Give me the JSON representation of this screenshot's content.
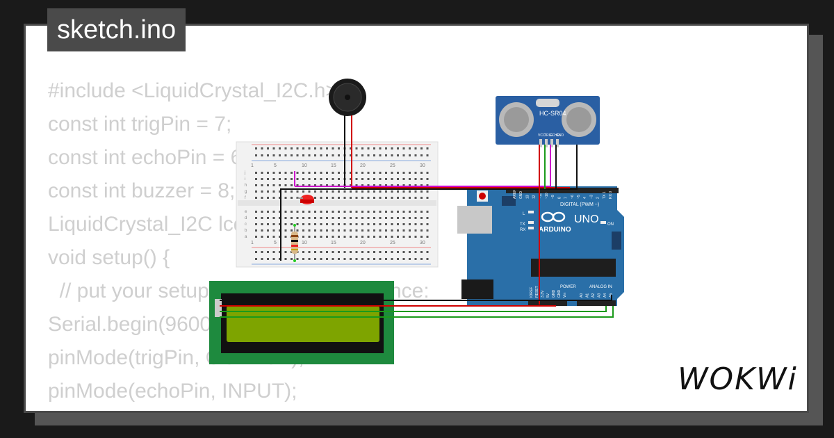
{
  "title": "sketch.ino",
  "code_lines": [
    "#include <LiquidCrystal_I2C.h>",
    "const int trigPin = 7;",
    "const int echoPin = 6;",
    "const int buzzer = 8;",
    "LiquidCrystal_I2C lcd(0x27,16,2);",
    "void setup() {",
    "  // put your setup code here, to run once:",
    "Serial.begin(9600);",
    "pinMode(trigPin, OUTPUT);",
    "pinMode(echoPin, INPUT);"
  ],
  "breadboard": {
    "column_labels": [
      "1",
      "5",
      "10",
      "15",
      "20",
      "25",
      "30"
    ],
    "row_labels_top": [
      "j",
      "i",
      "h",
      "g",
      "f"
    ],
    "row_labels_bottom": [
      "e",
      "d",
      "c",
      "b",
      "a"
    ]
  },
  "ultrasonic": {
    "label": "HC-SR04",
    "pins": [
      "VCC",
      "TRIG",
      "ECHO",
      "GND"
    ]
  },
  "arduino": {
    "brand": "ARDUINO",
    "model": "UNO",
    "header_digital": "DIGITAL (PWM ~)",
    "header_power": "POWER",
    "header_analog": "ANALOG IN",
    "led_labels": [
      "L",
      "TX",
      "RX",
      "ON"
    ],
    "digital_pins": [
      "AREF",
      "GND",
      "13",
      "12",
      "~11",
      "~10",
      "~9",
      "8",
      "7",
      "~6",
      "~5",
      "4",
      "~3",
      "2",
      "TX 1",
      "RX 0"
    ],
    "power_pins": [
      "IOREF",
      "RESET",
      "3.3V",
      "5V",
      "GND",
      "GND",
      "Vin"
    ],
    "analog_pins": [
      "A0",
      "A1",
      "A2",
      "A3",
      "A4",
      "A5"
    ]
  },
  "logo": "WOKWi",
  "colors": {
    "board_blue": "#2a6fa8",
    "lcd_green": "#1e8a3e",
    "lcd_screen": "#7ea400",
    "wire_red": "#d00000",
    "wire_green": "#1a9a1a",
    "wire_black": "#111111",
    "wire_magenta": "#cc00cc"
  }
}
